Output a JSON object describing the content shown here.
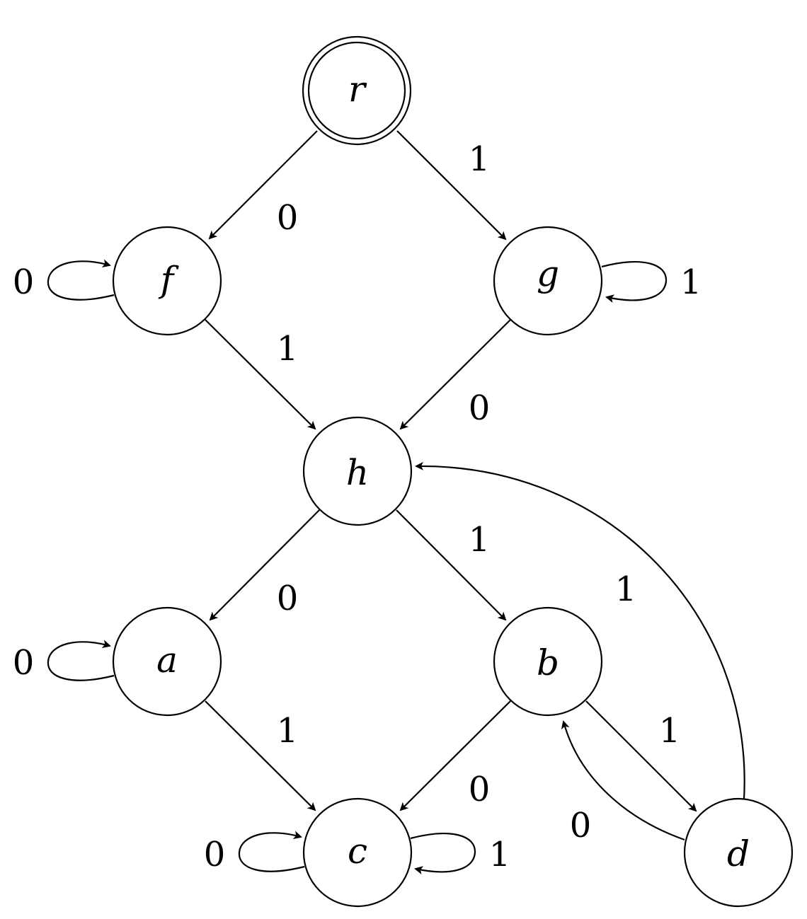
{
  "states": [
    {
      "id": "r",
      "label": "r",
      "accepting": true
    },
    {
      "id": "f",
      "label": "f",
      "accepting": false
    },
    {
      "id": "g",
      "label": "g",
      "accepting": false
    },
    {
      "id": "h",
      "label": "h",
      "accepting": false
    },
    {
      "id": "a",
      "label": "a",
      "accepting": false
    },
    {
      "id": "b",
      "label": "b",
      "accepting": false
    },
    {
      "id": "c",
      "label": "c",
      "accepting": false
    },
    {
      "id": "d",
      "label": "d",
      "accepting": false
    }
  ],
  "transitions": [
    {
      "from": "r",
      "to": "f",
      "symbol": "0"
    },
    {
      "from": "r",
      "to": "g",
      "symbol": "1"
    },
    {
      "from": "f",
      "to": "f",
      "symbol": "0"
    },
    {
      "from": "f",
      "to": "h",
      "symbol": "1"
    },
    {
      "from": "g",
      "to": "g",
      "symbol": "1"
    },
    {
      "from": "g",
      "to": "h",
      "symbol": "0"
    },
    {
      "from": "h",
      "to": "a",
      "symbol": "0"
    },
    {
      "from": "h",
      "to": "b",
      "symbol": "1"
    },
    {
      "from": "a",
      "to": "a",
      "symbol": "0"
    },
    {
      "from": "a",
      "to": "c",
      "symbol": "1"
    },
    {
      "from": "b",
      "to": "c",
      "symbol": "0"
    },
    {
      "from": "b",
      "to": "d",
      "symbol": "1"
    },
    {
      "from": "c",
      "to": "c",
      "symbol": "0"
    },
    {
      "from": "c",
      "to": "c",
      "symbol": "1"
    },
    {
      "from": "d",
      "to": "b",
      "symbol": "0"
    },
    {
      "from": "d",
      "to": "h",
      "symbol": "1"
    }
  ]
}
